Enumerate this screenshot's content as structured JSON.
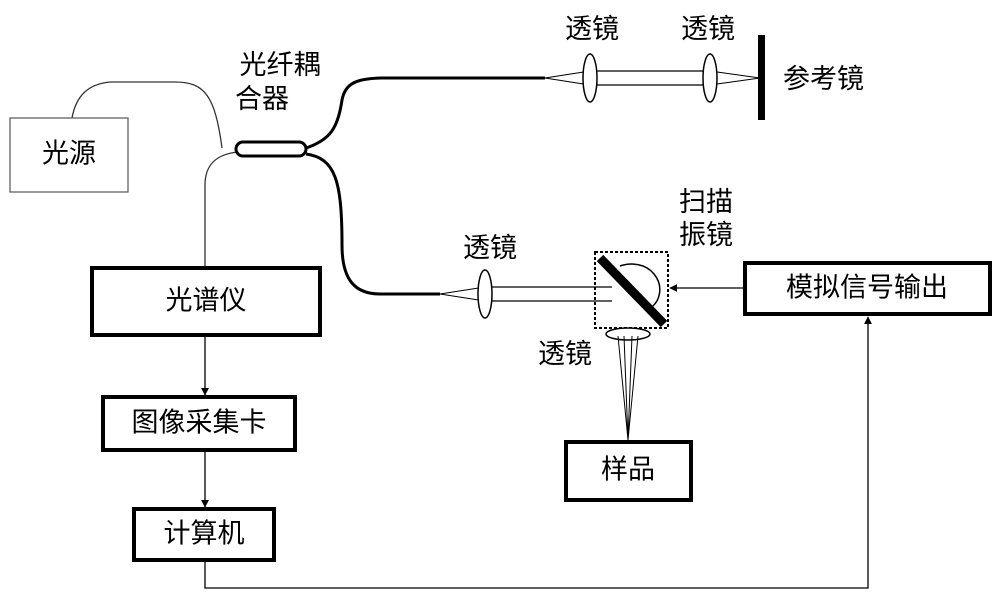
{
  "labels": {
    "light_source": "光源",
    "coupler_line1": "光纤耦",
    "coupler_line2": "合器",
    "lens_ref_1": "透镜",
    "lens_ref_2": "透镜",
    "reference_mirror": "参考镜",
    "scan_line1": "扫描",
    "scan_line2": "振镜",
    "lens_sample_arm": "透镜",
    "lens_objective": "透镜",
    "spectrometer": "光谱仪",
    "analog_output": "模拟信号输出",
    "frame_grabber": "图像采集卡",
    "computer": "计算机",
    "sample": "样品"
  }
}
